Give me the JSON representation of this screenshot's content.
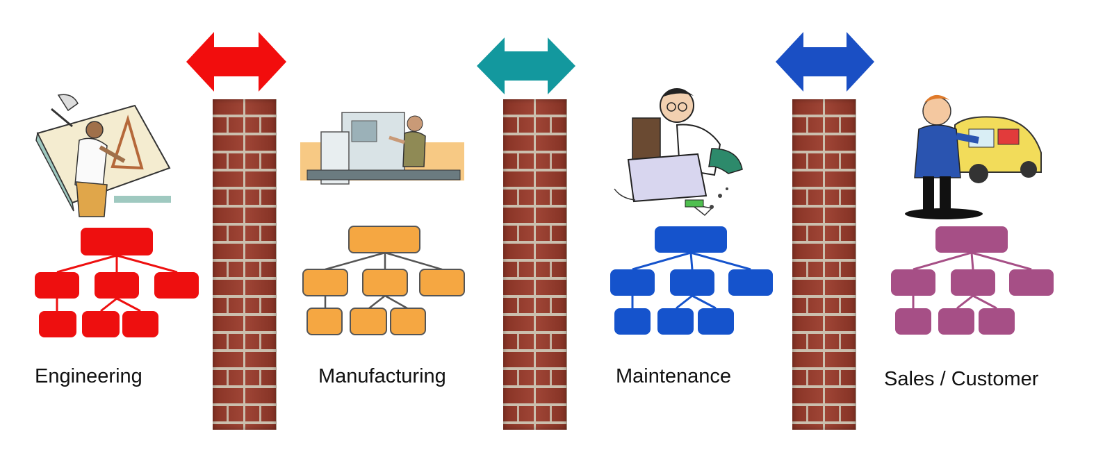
{
  "departments": [
    {
      "label": "Engineering",
      "color": "#ee0f0f",
      "illustration": "drafting-engineer-illustration"
    },
    {
      "label": "Manufacturing",
      "color": "#f5a742",
      "illustration": "factory-worker-illustration"
    },
    {
      "label": "Maintenance",
      "color": "#1553cc",
      "illustration": "repair-technician-illustration"
    },
    {
      "label": "Sales / Customer",
      "color": "#a64f86",
      "illustration": "salesman-car-illustration"
    }
  ],
  "arrows": [
    {
      "name": "double-arrow-icon",
      "color": "#f20d0d"
    },
    {
      "name": "double-arrow-icon",
      "color": "#13989e"
    },
    {
      "name": "double-arrow-icon",
      "color": "#1a4fc4"
    }
  ],
  "walls": [
    {
      "name": "brick-wall"
    },
    {
      "name": "brick-wall"
    },
    {
      "name": "brick-wall"
    }
  ]
}
